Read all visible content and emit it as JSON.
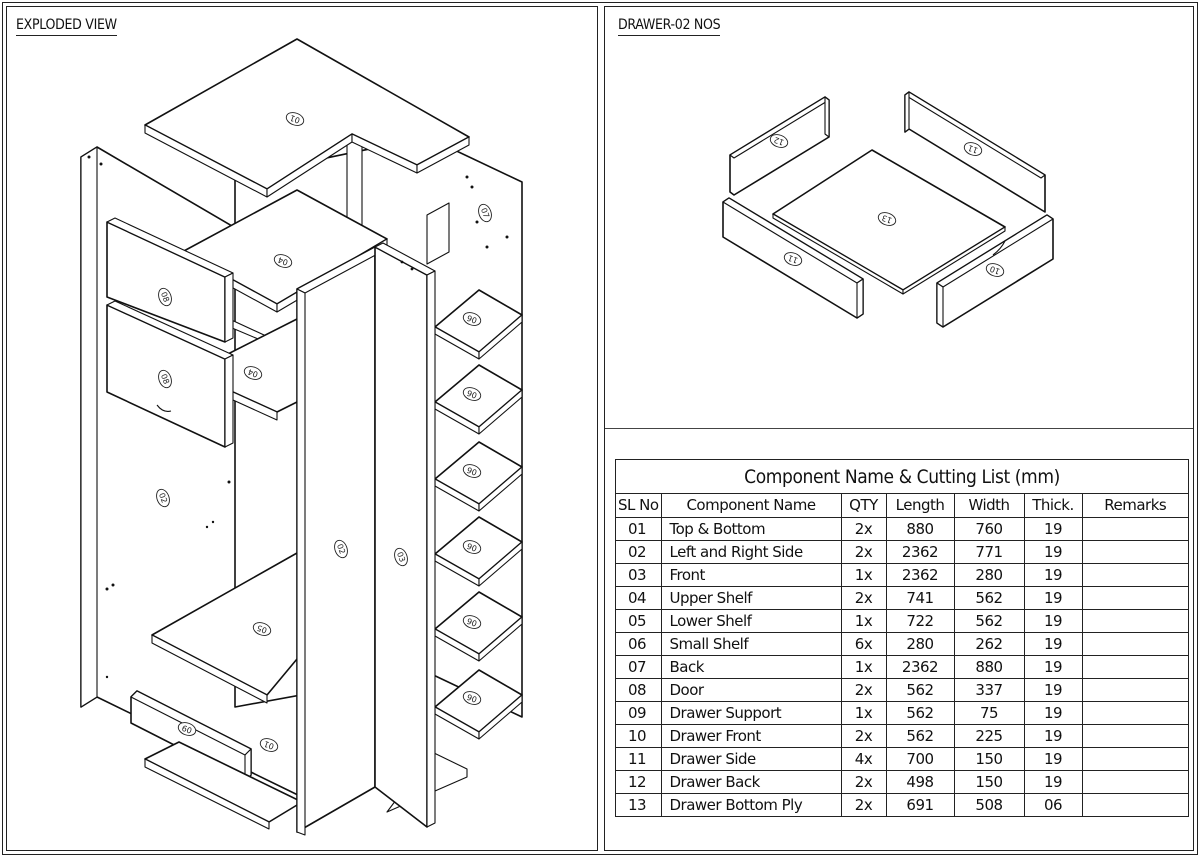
{
  "left_panel": {
    "title": "EXPLODED VIEW",
    "part_labels": [
      {
        "id": "top",
        "text": "01"
      },
      {
        "id": "back",
        "text": "07"
      },
      {
        "id": "upper-shelf-top",
        "text": "04"
      },
      {
        "id": "door-upper",
        "text": "08"
      },
      {
        "id": "door-lower",
        "text": "08"
      },
      {
        "id": "upper-shelf-bottom",
        "text": "04"
      },
      {
        "id": "side",
        "text": "02"
      },
      {
        "id": "side-front",
        "text": "02"
      },
      {
        "id": "front",
        "text": "03"
      },
      {
        "id": "lower-shelf",
        "text": "05"
      },
      {
        "id": "drawer-support",
        "text": "09"
      },
      {
        "id": "bottom",
        "text": "01"
      },
      {
        "id": "small-shelf-1",
        "text": "06"
      },
      {
        "id": "small-shelf-2",
        "text": "06"
      },
      {
        "id": "small-shelf-3",
        "text": "06"
      },
      {
        "id": "small-shelf-4",
        "text": "06"
      },
      {
        "id": "small-shelf-5",
        "text": "06"
      },
      {
        "id": "small-shelf-6",
        "text": "06"
      }
    ]
  },
  "right_panel": {
    "title": "DRAWER-02 NOS",
    "part_labels": [
      {
        "id": "drawer-back",
        "text": "12"
      },
      {
        "id": "drawer-side-back",
        "text": "11"
      },
      {
        "id": "drawer-bottom",
        "text": "13"
      },
      {
        "id": "drawer-side-front",
        "text": "11"
      },
      {
        "id": "drawer-front",
        "text": "10"
      }
    ]
  },
  "cutting_list": {
    "caption": "Component Name & Cutting List (mm)",
    "headers": {
      "sl_no": "SL No",
      "component_name": "Component Name",
      "qty": "QTY",
      "length": "Length",
      "width": "Width",
      "thick": "Thick.",
      "remarks": "Remarks"
    },
    "rows": [
      {
        "sl": "01",
        "name": "Top & Bottom",
        "qty": "2x",
        "length": "880",
        "width": "760",
        "thick": "19",
        "remarks": ""
      },
      {
        "sl": "02",
        "name": "Left and Right Side",
        "qty": "2x",
        "length": "2362",
        "width": "771",
        "thick": "19",
        "remarks": ""
      },
      {
        "sl": "03",
        "name": "Front",
        "qty": "1x",
        "length": "2362",
        "width": "280",
        "thick": "19",
        "remarks": ""
      },
      {
        "sl": "04",
        "name": "Upper Shelf",
        "qty": "2x",
        "length": "741",
        "width": "562",
        "thick": "19",
        "remarks": ""
      },
      {
        "sl": "05",
        "name": "Lower Shelf",
        "qty": "1x",
        "length": "722",
        "width": "562",
        "thick": "19",
        "remarks": ""
      },
      {
        "sl": "06",
        "name": "Small Shelf",
        "qty": "6x",
        "length": "280",
        "width": "262",
        "thick": "19",
        "remarks": ""
      },
      {
        "sl": "07",
        "name": "Back",
        "qty": "1x",
        "length": "2362",
        "width": "880",
        "thick": "19",
        "remarks": ""
      },
      {
        "sl": "08",
        "name": "Door",
        "qty": "2x",
        "length": "562",
        "width": "337",
        "thick": "19",
        "remarks": ""
      },
      {
        "sl": "09",
        "name": "Drawer Support",
        "qty": "1x",
        "length": "562",
        "width": "75",
        "thick": "19",
        "remarks": ""
      },
      {
        "sl": "10",
        "name": "Drawer Front",
        "qty": "2x",
        "length": "562",
        "width": "225",
        "thick": "19",
        "remarks": ""
      },
      {
        "sl": "11",
        "name": "Drawer Side",
        "qty": "4x",
        "length": "700",
        "width": "150",
        "thick": "19",
        "remarks": ""
      },
      {
        "sl": "12",
        "name": "Drawer Back",
        "qty": "2x",
        "length": "498",
        "width": "150",
        "thick": "19",
        "remarks": ""
      },
      {
        "sl": "13",
        "name": "Drawer Bottom Ply",
        "qty": "2x",
        "length": "691",
        "width": "508",
        "thick": "06",
        "remarks": ""
      }
    ]
  }
}
